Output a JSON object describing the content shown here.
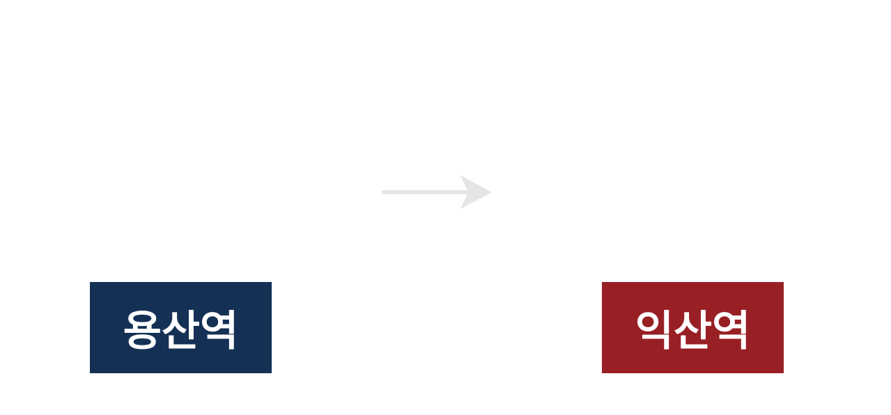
{
  "from_station": {
    "label": "용산역",
    "color": "#143155"
  },
  "to_station": {
    "label": "익산역",
    "color": "#982025"
  },
  "arrow": {
    "color": "#e5e5e5",
    "direction": "right"
  }
}
